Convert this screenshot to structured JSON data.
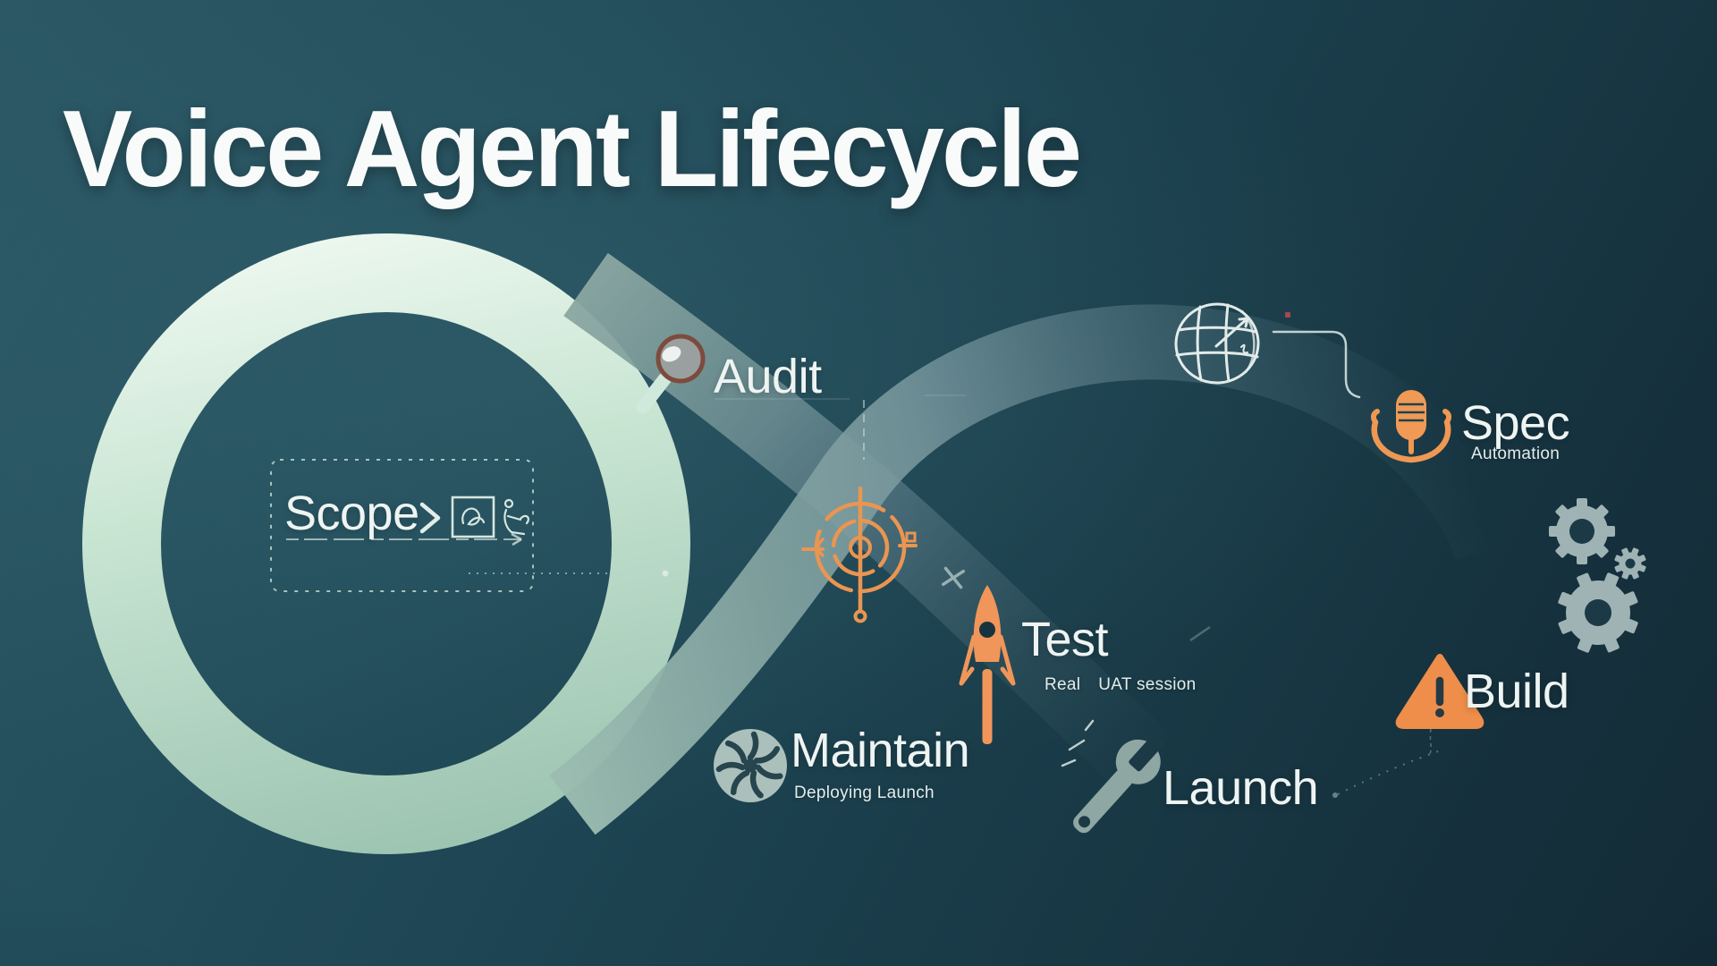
{
  "title": "Voice Agent Lifecycle",
  "stages": {
    "audit": {
      "label": "Audit",
      "icon": "magnifier-icon"
    },
    "scope": {
      "label": "Scope",
      "icon": "scribble-box-icon"
    },
    "spec": {
      "label": "Spec",
      "sublabel": "Automation",
      "icon": "microphone-icon"
    },
    "test": {
      "label": "Test",
      "sublabels": [
        "Real",
        "UAT session"
      ],
      "icon": "rocket-icon"
    },
    "build": {
      "label": "Build",
      "icon": "warning-triangle-icon"
    },
    "maintain": {
      "label": "Maintain",
      "sublabel": "Deploying Launch",
      "icon": "turbine-fan-icon"
    },
    "launch": {
      "label": "Launch",
      "icon": "wrench-icon"
    }
  },
  "decorations": {
    "center_icon": "crosshair-target-icon",
    "top_right_icon": "globe-grid-icon",
    "right_side_icons": "gears-icon"
  },
  "colors": {
    "background_top": "#2a5663",
    "background_bottom": "#152f3a",
    "loop_mint": "#c8e5d2",
    "loop_gray_green": "#7f9d9e",
    "accent_orange": "#ee9351",
    "icon_gray_green": "#9fb3b5",
    "text": "#eef4f2",
    "red_dot": "#a8474e"
  }
}
